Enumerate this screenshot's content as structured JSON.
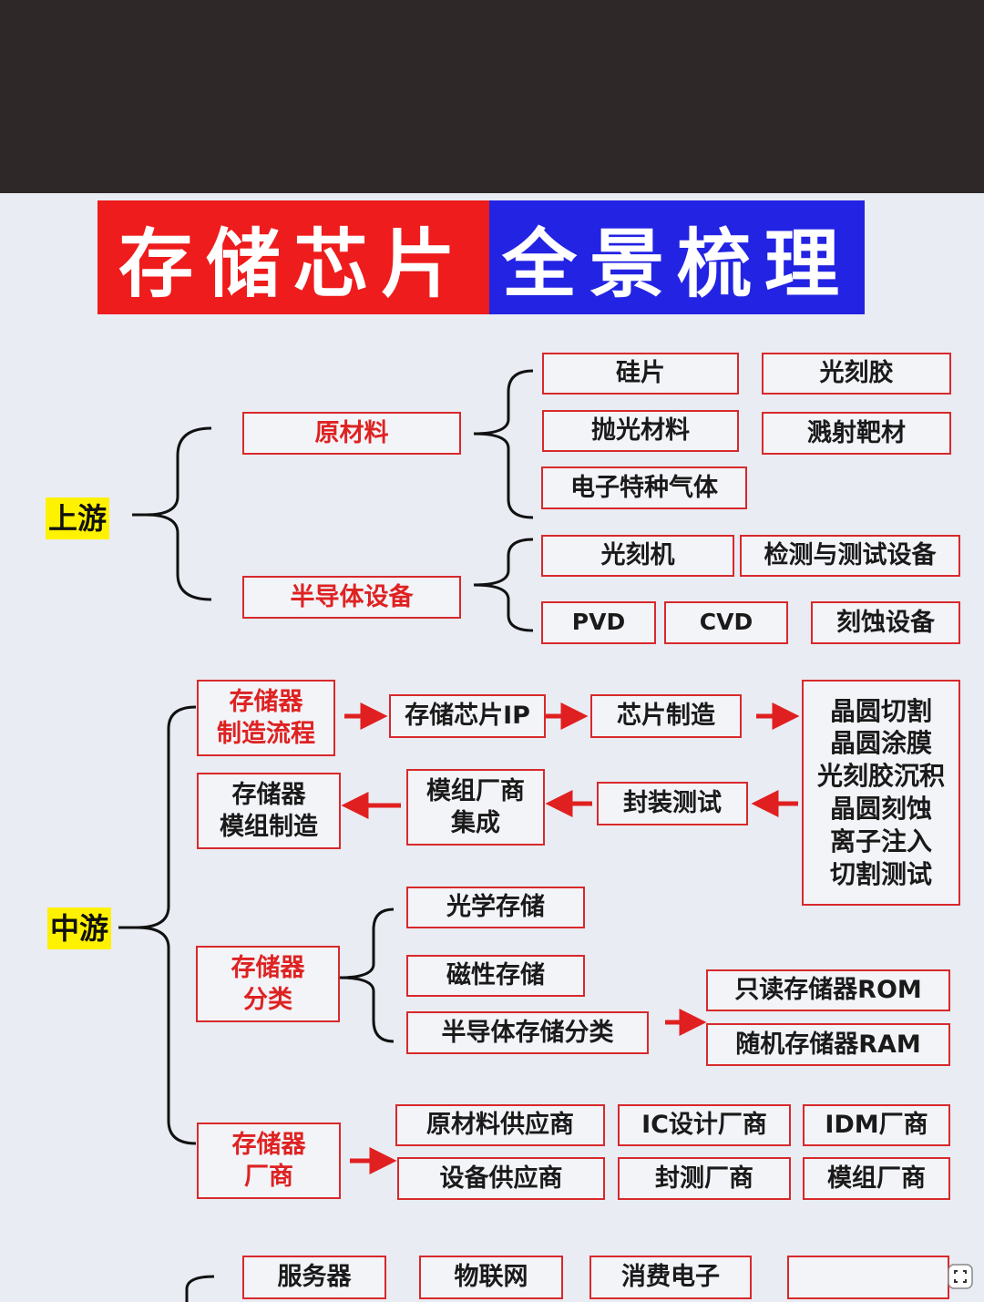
{
  "title": {
    "part1": "存储芯片",
    "part2": "全景梳理"
  },
  "colors": {
    "accent_red": "#ee1c1c",
    "accent_blue": "#2323e3",
    "box_border": "#d8292b",
    "label_bg": "#fff200"
  },
  "upstream": {
    "label": "上游",
    "raw_materials": {
      "title": "原材料",
      "items": [
        "硅片",
        "光刻胶",
        "抛光材料",
        "溅射靶材",
        "电子特种气体"
      ]
    },
    "equipment": {
      "title": "半导体设备",
      "items": [
        "光刻机",
        "检测与测试设备",
        "PVD",
        "CVD",
        "刻蚀设备"
      ]
    }
  },
  "midstream": {
    "label": "中游",
    "process": {
      "title": "存储器\n制造流程",
      "steps": [
        "存储芯片IP",
        "芯片制造"
      ],
      "detail": "晶圆切割\n晶圆涂膜\n光刻胶沉积\n晶圆刻蚀\n离子注入\n切割测试",
      "back_steps": [
        "封装测试",
        "模组厂商\n集成",
        "存储器\n模组制造"
      ]
    },
    "classification": {
      "title": "存储器\n分类",
      "items": [
        "光学存储",
        "磁性存储",
        "半导体存储分类"
      ],
      "semi_items": [
        "只读存储器ROM",
        "随机存储器RAM"
      ]
    },
    "vendors": {
      "title": "存储器\n厂商",
      "items": [
        "原材料供应商",
        "IC设计厂商",
        "IDM厂商",
        "设备供应商",
        "封测厂商",
        "模组厂商"
      ]
    }
  },
  "downstream": {
    "items": [
      "服务器",
      "物联网",
      "消费电子"
    ]
  },
  "icons": {
    "corner": "expand-icon"
  }
}
